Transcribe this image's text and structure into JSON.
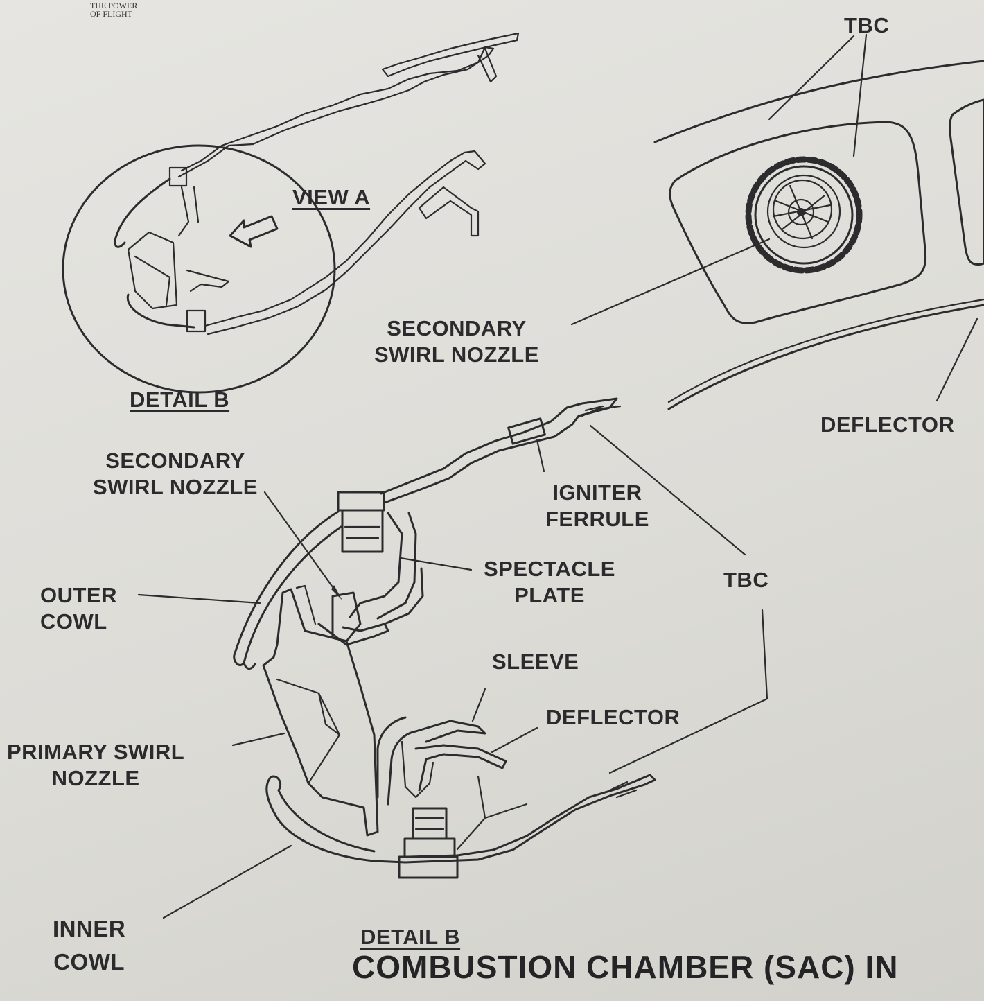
{
  "brand": {
    "line1": "THE POWER",
    "line2": "OF FLIGHT"
  },
  "labels": {
    "view_a": "VIEW A",
    "detail_b_small": "DETAIL B",
    "tbc_top": "TBC",
    "secondary_swirl_nozzle_right": [
      "SECONDARY",
      "SWIRL NOZZLE"
    ],
    "deflector_right": "DEFLECTOR",
    "secondary_swirl_nozzle_left": [
      "SECONDARY",
      "SWIRL NOZZLE"
    ],
    "igniter_ferrule": [
      "IGNITER",
      "FERRULE"
    ],
    "spectacle_plate": [
      "SPECTACLE",
      "PLATE"
    ],
    "tbc_mid": "TBC",
    "outer_cowl": [
      "OUTER",
      "COWL"
    ],
    "sleeve": "SLEEVE",
    "deflector_lower": "DEFLECTOR",
    "primary_swirl_nozzle": [
      "PRIMARY SWIRL",
      "NOZZLE"
    ],
    "inner_cowl": [
      "INNER",
      "COWL"
    ],
    "detail_b_large": "DETAIL B"
  },
  "caption": "COMBUSTION CHAMBER (SAC) IN"
}
